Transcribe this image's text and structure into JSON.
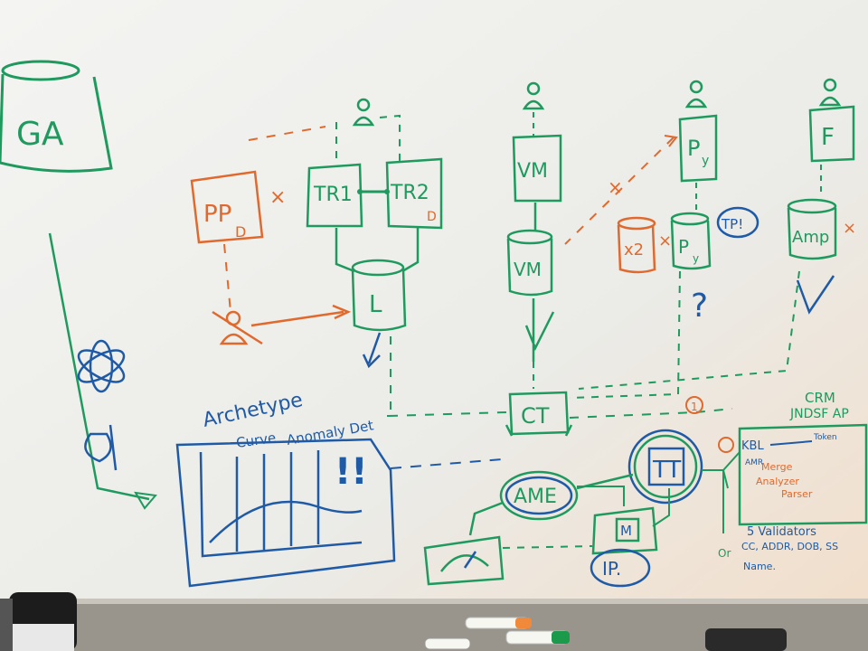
{
  "colors": {
    "green": "#1f9a5e",
    "orange": "#e0692e",
    "blue": "#1f5aa6",
    "board": "#eeeeea"
  },
  "labels": {
    "ga": "GA",
    "ppd_main": "PP",
    "ppd_sub": "D",
    "tr1": "TR1",
    "tr2": "TR2",
    "tr2_sub": "D",
    "l": "L",
    "vm_top": "VM",
    "vm_db": "VM",
    "py_top_main": "P",
    "py_top_sub": "y",
    "py_db_main": "P",
    "py_db_sub": "y",
    "f": "F",
    "amp": "Amp",
    "tp": "TP!",
    "x2": "x2",
    "ct": "CT",
    "tt": "TT",
    "ame": "AME",
    "m": "M",
    "ip": "IP.",
    "archetype_line1": "Archetype",
    "archetype_line2": "Curve",
    "archetype_line3": "Anomaly Det",
    "exclaim": "!!",
    "circled_one": "1",
    "crm": "CRM",
    "crm_line2": "JNDSF AP",
    "kbl": "KBL",
    "token": "Token",
    "amr": "AMR",
    "merge": "Merge",
    "analyzer": "Analyzer",
    "parser": "Parser",
    "validators": "5 Validators",
    "validators_list": "CC, ADDR, DOB, SS",
    "name": "Name.",
    "or": "Or",
    "question": "?",
    "check": "✓",
    "cross": "×"
  }
}
